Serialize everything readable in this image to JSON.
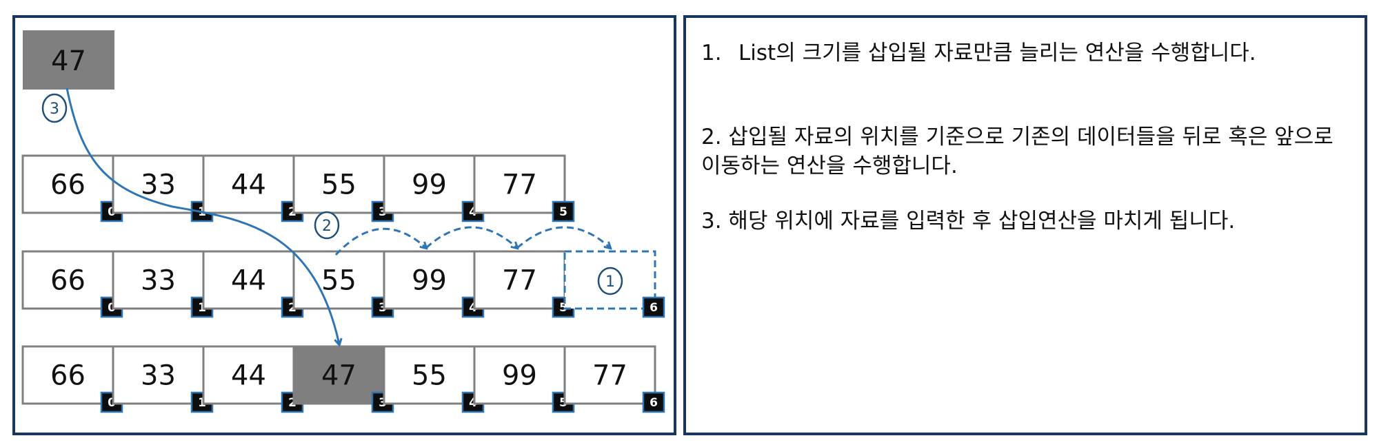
{
  "moving_item": {
    "value": "47"
  },
  "rows": [
    {
      "id": "row-initial",
      "cells": [
        {
          "value": "66",
          "index": "0"
        },
        {
          "value": "33",
          "index": "1"
        },
        {
          "value": "44",
          "index": "2"
        },
        {
          "value": "55",
          "index": "3"
        },
        {
          "value": "99",
          "index": "4"
        },
        {
          "value": "77",
          "index": "5"
        }
      ]
    },
    {
      "id": "row-shift",
      "cells": [
        {
          "value": "66",
          "index": "0"
        },
        {
          "value": "33",
          "index": "1"
        },
        {
          "value": "44",
          "index": "2"
        },
        {
          "value": "55",
          "index": "3"
        },
        {
          "value": "99",
          "index": "4"
        },
        {
          "value": "77",
          "index": "5"
        },
        {
          "value": "",
          "index": "6",
          "dashed": true
        }
      ]
    },
    {
      "id": "row-result",
      "cells": [
        {
          "value": "66",
          "index": "0"
        },
        {
          "value": "33",
          "index": "1"
        },
        {
          "value": "44",
          "index": "2"
        },
        {
          "value": "47",
          "index": "3",
          "highlight": true
        },
        {
          "value": "55",
          "index": "4"
        },
        {
          "value": "99",
          "index": "5"
        },
        {
          "value": "77",
          "index": "6"
        }
      ]
    }
  ],
  "step_markers": [
    "3",
    "2",
    "1"
  ],
  "instructions": {
    "step1_num": "1.",
    "step1_text": "List의 크기를 삽입될 자료만큼 늘리는 연산을 수행합니다.",
    "step2": "2. 삽입될 자료의 위치를 기준으로 기존의 데이터들을 뒤로 혹은 앞으로 이동하는 연산을 수행합니다.",
    "step3": "3. 해당 위치에 자료를 입력한 후 삽입연산을 마치게 됩니다."
  },
  "colors": {
    "panel_border": "#17375e",
    "cell_border": "#7f7f7f",
    "highlight_fill": "#7f7f7f",
    "index_fill": "#0d0d0d",
    "index_border": "#2e75b6",
    "arrow": "#2e75b6"
  }
}
